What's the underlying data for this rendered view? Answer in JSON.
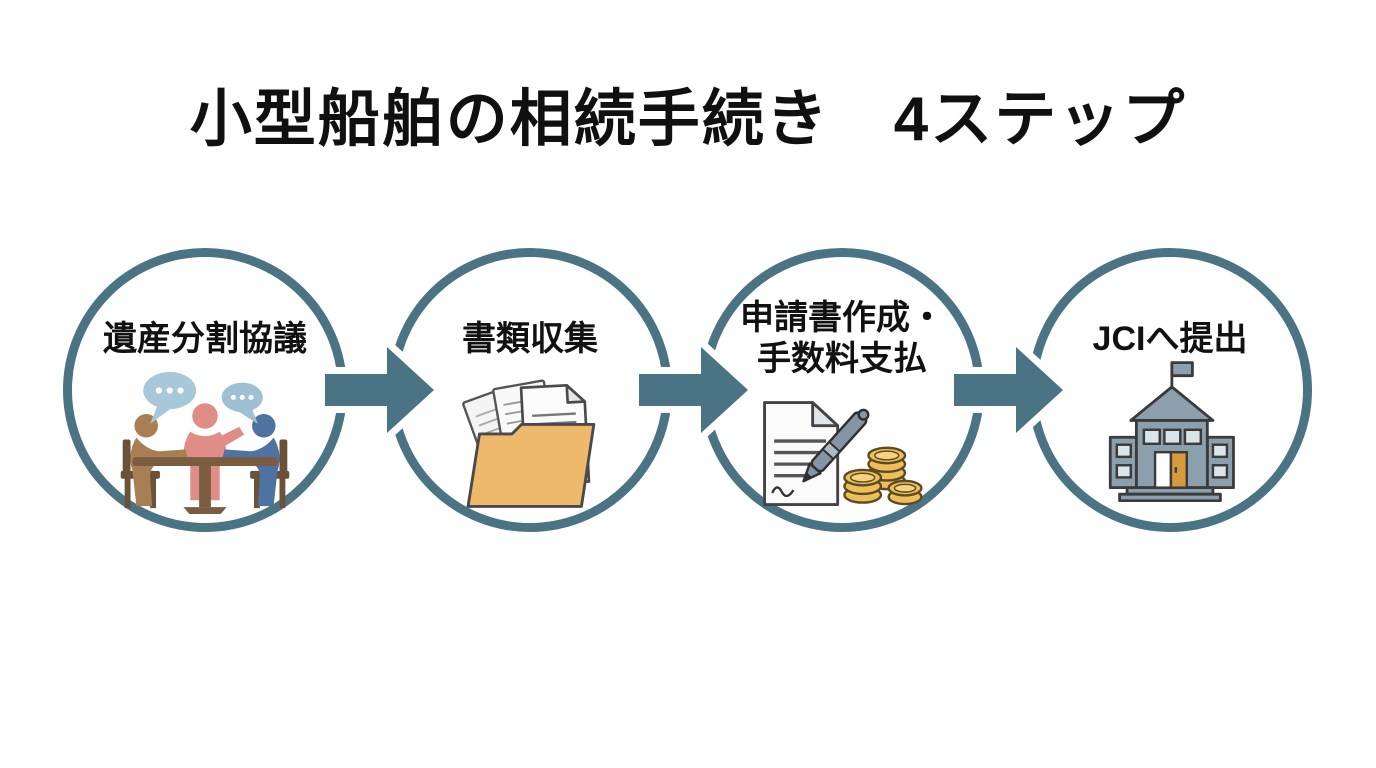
{
  "title": "小型船舶の相続手続き　4ステップ",
  "colors": {
    "accent": "#4A7384",
    "title_text": "#101010",
    "person_left": "#A87F52",
    "person_middle": "#DE8E87",
    "person_right": "#4E73A1",
    "speech_bubble": "#A6C8D9",
    "furniture": "#7A5C41",
    "folder": "#EEB96C",
    "coins": "#ECBF58",
    "pen": "#8595A3",
    "building": "#8C9FAD",
    "door": "#D79B3D"
  },
  "steps": [
    {
      "lines": [
        "遺産分割協議",
        ""
      ],
      "icon": "family-meeting-icon"
    },
    {
      "lines": [
        "書類収集",
        ""
      ],
      "icon": "documents-folder-icon"
    },
    {
      "lines": [
        "申請書作成・",
        "手数料支払"
      ],
      "icon": "application-payment-icon"
    },
    {
      "lines": [
        "JCIへ提出",
        ""
      ],
      "icon": "jci-building-icon"
    }
  ]
}
